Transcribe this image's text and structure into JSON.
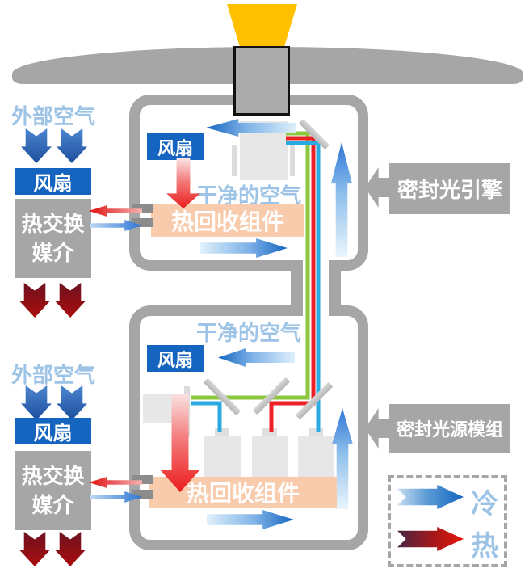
{
  "labels": {
    "external_air": "外部空气",
    "fan": "风扇",
    "heat_exchange_medium": [
      "热交换",
      "媒介"
    ],
    "clean_air": "干净的空气",
    "heat_recovery_unit": "热回收组件",
    "sealed_light_engine": "密封光引擎",
    "sealed_light_source_module": "密封光源模组"
  },
  "legend": {
    "items": [
      {
        "label": "冷",
        "arrow_color": "#1565C0"
      },
      {
        "label": "热",
        "arrow_color": "#E8150D"
      }
    ]
  },
  "colors": {
    "cold_flow": "#1565C0",
    "hot_flow": "#EC1C1C",
    "exhaust_dark_red": "#8E1212",
    "fan_box": "#1565C0",
    "housing_gray": "#A6A6A6",
    "heat_recovery_box": "#F8CBAD",
    "light_blue_text": "#9DC3E6",
    "light_path_green": "#8DC63F",
    "light_path_red": "#EC2027",
    "light_path_blue": "#29ABE2",
    "beam_yellow": "#FFC000"
  }
}
